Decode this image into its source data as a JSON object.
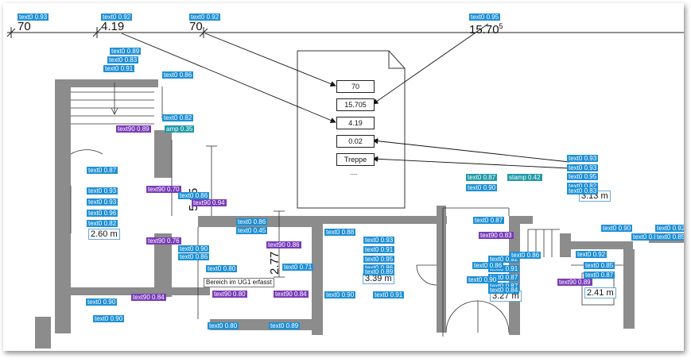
{
  "dimension_line": {
    "values": [
      "70",
      "4.19",
      "70",
      "15.70"
    ],
    "superscript": "5"
  },
  "document_fields": [
    "70",
    "15.705",
    "4.19",
    "0.02",
    "Treppe"
  ],
  "document_more": "....",
  "room_areas": [
    "2.60 m",
    "3.39 m",
    "3.27 m",
    "2.41 m",
    "3.13 m"
  ],
  "vertical_dims": [
    "5.15",
    "2.77"
  ],
  "note_text": "Bereich im UG1 erfasst",
  "detections": [
    "text0  0.93",
    "text0  0.92",
    "text0  0.92",
    "text0  0.95",
    "text0  0.89",
    "text0  0.83",
    "text0  0.91",
    "text0  0.86",
    "text0  0.82",
    "text90  0.89",
    "amp  0.35",
    "text0  0.87",
    "text0  0.93",
    "text0  0.93",
    "text0  0.96",
    "text0  0.82",
    "text90  0.70",
    "text0  0.86",
    "text90  0.94",
    "text0  0.86",
    "text0  0.45",
    "text90  0.76",
    "text0  0.90",
    "text0  0.86",
    "text90  0.86",
    "text0  0.80",
    "text0  0.71",
    "text0  0.88",
    "text0  0.93",
    "text0  0.91",
    "text0  0.95",
    "text0  0.86",
    "text0  0.89",
    "text0  0.91",
    "text0  0.87",
    "text90  0.83",
    "text0  0.92",
    "text0  0.86",
    "text0  0.91",
    "text0  0.87",
    "text0  0.87",
    "text0  0.84",
    "text0  0.90",
    "text0  0.92",
    "text0  0.81",
    "text0  0.85",
    "text0  0.92",
    "text0  0.85",
    "text0  0.87",
    "text90  0.89",
    "text0  0.93",
    "text0  0.93",
    "text0  0.95",
    "text0  0.82",
    "text0  0.83",
    "text0  0.90",
    "text0  0.87",
    "stamp  0.42",
    "text0  0.90",
    "text90  0.84",
    "text0  0.90",
    "text0  0.90",
    "text0  0.80",
    "text0  0.89",
    "text90  0.80",
    "text90  0.84",
    "text0  0.90",
    "text0  0.86"
  ],
  "colors": {
    "wall": "#8c8c8c",
    "tag_blue": "#1e90d6",
    "tag_purple": "#7a3ab8",
    "tag_teal": "#1f9aa8"
  }
}
